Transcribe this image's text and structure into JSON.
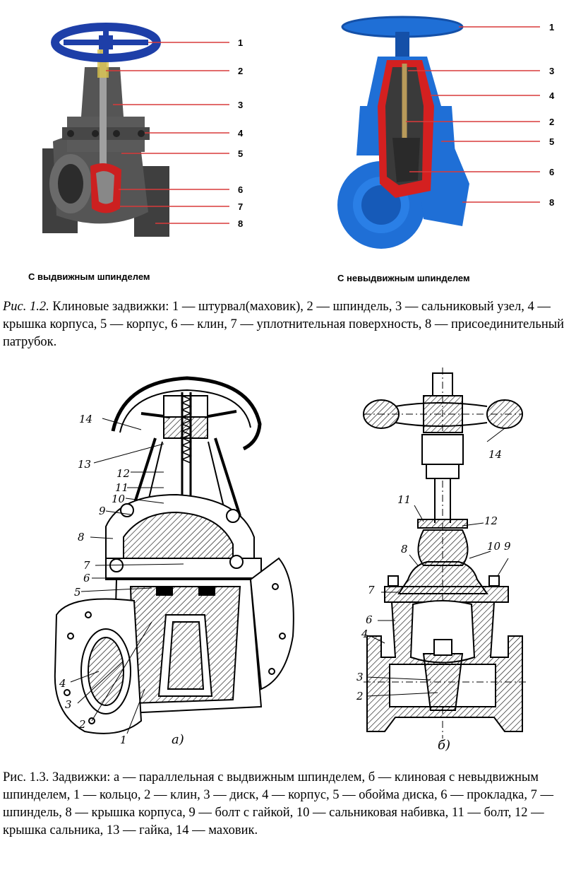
{
  "figure_1_2": {
    "left_subtitle": "С выдвижным шпинделем",
    "right_subtitle": "С невыдвижным шпинделем",
    "left_callouts": [
      "1",
      "2",
      "3",
      "4",
      "5",
      "6",
      "7",
      "8"
    ],
    "right_callouts": [
      "1",
      "3",
      "4",
      "2",
      "5",
      "6",
      "8"
    ],
    "caption_prefix": "Рис. 1.2.",
    "caption_text": " Клиновые задвижки: 1 — штурвал(маховик), 2 — шпиндель, 3 — сальниковый узел, 4 — крышка корпуса, 5 — корпус, 6 — клин, 7 — уплотнительная поверхность, 8 — присоединительный патрубок."
  },
  "figure_1_3": {
    "left_label": "а)",
    "right_label": "б)",
    "left_callouts": [
      "14",
      "13",
      "12",
      "11",
      "10",
      "9",
      "8",
      "7",
      "6",
      "5",
      "4",
      "3",
      "2",
      "1"
    ],
    "right_callouts": [
      "14",
      "11",
      "12",
      "8",
      "10",
      "9",
      "7",
      "6",
      "4",
      "3",
      "2"
    ],
    "caption_text": "Рис. 1.3. Задвижки: а — параллельная с выдвижным шпинделем, б — клиновая с невыдвижным шпинделем, 1 — кольцо, 2 — клин, 3 — диск, 4 — корпус, 5 — обойма диска, 6 — прокладка, 7 — шпиндель, 8 — крышка корпуса, 9 — болт с гайкой, 10 — сальниковая набивка, 11 — болт, 12 — крышка сальника, 13 — гайка, 14 — маховик."
  },
  "colors": {
    "leader_red": "#d93a3a",
    "valve_blue": "#1f6fd6",
    "handwheel_blue": "#1e3fa8",
    "valve_dark": "#4a4a4a",
    "cut_red": "#d42020"
  }
}
